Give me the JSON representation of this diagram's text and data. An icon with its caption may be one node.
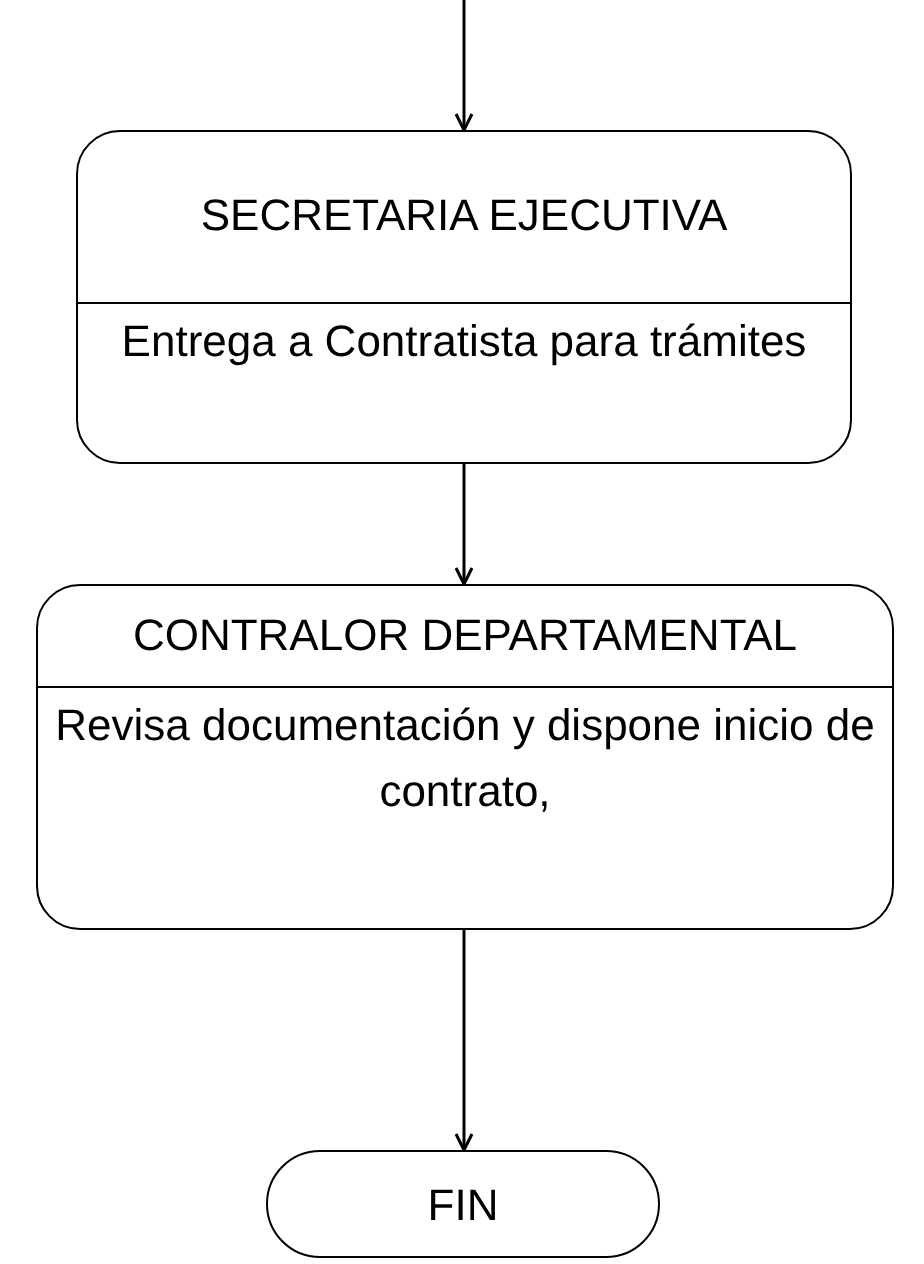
{
  "diagram": {
    "nodes": [
      {
        "text": [
          "SECRETARIA EJECUTIVA",
          "Entrega a Contratista para trámites"
        ]
      },
      {
        "text": [
          "CONTRALOR DEPARTAMENTAL",
          "Revisa documentación y dispone inicio de contrato,"
        ]
      },
      {
        "text": [
          "FIN"
        ]
      }
    ],
    "edges": [
      {
        "from": null,
        "to": 0,
        "arrow": "to"
      },
      {
        "from": 0,
        "to": 1,
        "arrow": "to"
      },
      {
        "from": 1,
        "to": 2,
        "arrow": "to"
      }
    ]
  }
}
